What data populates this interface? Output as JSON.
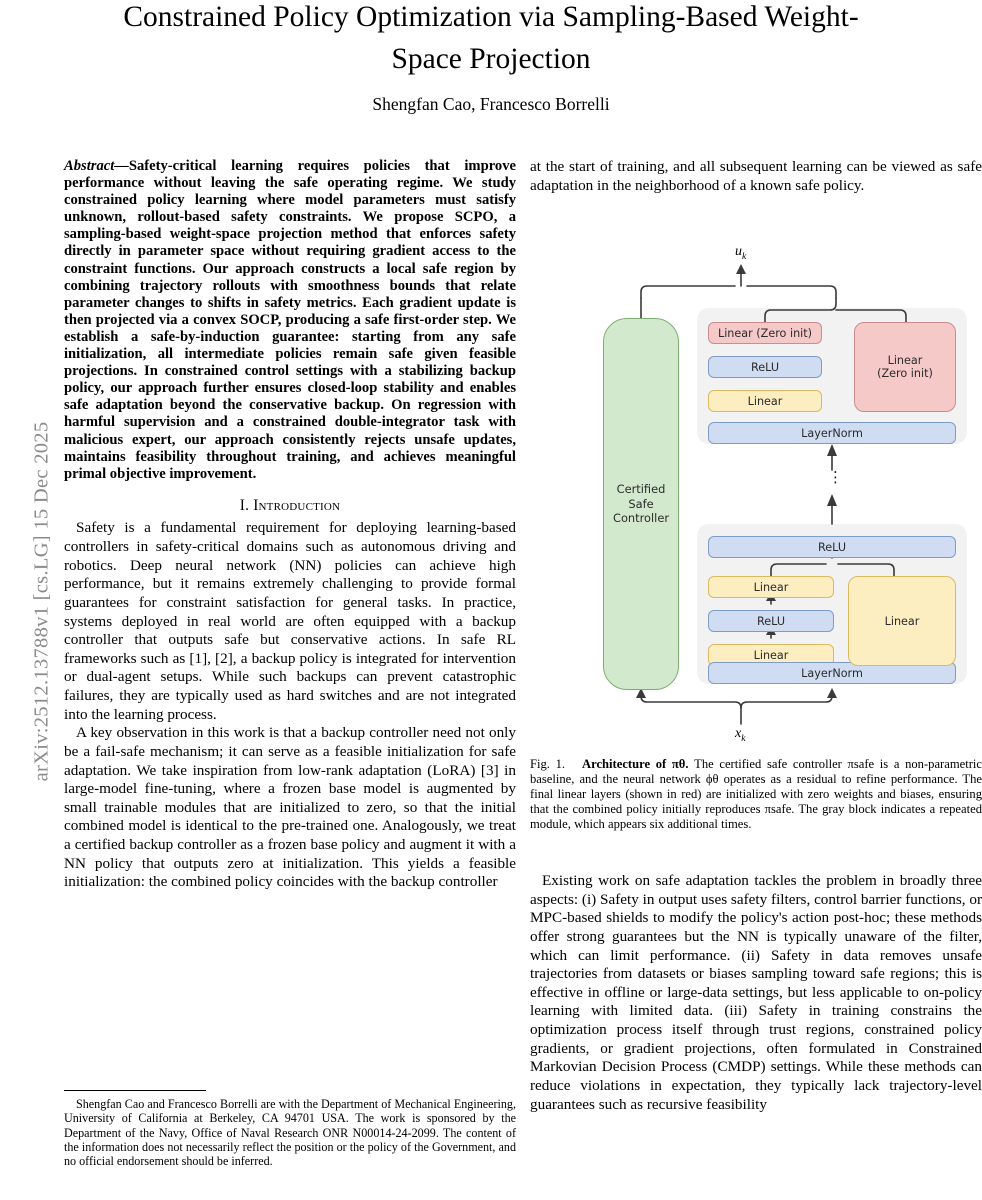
{
  "arxiv_stamp": "arXiv:2512.13788v1  [cs.LG]  15 Dec 2025",
  "title": "Constrained Policy Optimization via Sampling-Based Weight-Space Projection",
  "authors": "Shengfan Cao, Francesco Borrelli",
  "abstract": {
    "lead": "Abstract—",
    "body": "Safety-critical learning requires policies that improve performance without leaving the safe operating regime. We study constrained policy learning where model parameters must satisfy unknown, rollout-based safety constraints. We propose SCPO, a sampling-based weight-space projection method that enforces safety directly in parameter space without requiring gradient access to the constraint functions. Our approach constructs a local safe region by combining trajectory rollouts with smoothness bounds that relate parameter changes to shifts in safety metrics. Each gradient update is then projected via a convex SOCP, producing a safe first-order step. We establish a safe-by-induction guarantee: starting from any safe initialization, all intermediate policies remain safe given feasible projections. In constrained control settings with a stabilizing backup policy, our approach further ensures closed-loop stability and enables safe adaptation beyond the conservative backup. On regression with harmful supervision and a constrained double-integrator task with malicious expert, our approach consistently rejects unsafe updates, maintains feasibility throughout training, and achieves meaningful primal objective improvement."
  },
  "sections": {
    "intro_heading": "I.  Introduction",
    "intro_p1": "Safety is a fundamental requirement for deploying learning-based controllers in safety-critical domains such as autonomous driving and robotics. Deep neural network (NN) policies can achieve high performance, but it remains extremely challenging to provide formal guarantees for constraint satisfaction for general tasks. In practice, systems deployed in real world are often equipped with a backup controller that outputs safe but conservative actions. In safe RL frameworks such as [1], [2], a backup policy is integrated for intervention or dual-agent setups. While such backups can prevent catastrophic failures, they are typically used as hard switches and are not integrated into the learning process.",
    "intro_p2": "A key observation in this work is that a backup controller need not only be a fail-safe mechanism; it can serve as a feasible initialization for safe adaptation. We take inspiration from low-rank adaptation (LoRA) [3] in large-model fine-tuning, where a frozen base model is augmented by small trainable modules that are initialized to zero, so that the initial combined model is identical to the pre-trained one. Analogously, we treat a certified backup controller as a frozen base policy and augment it with a NN policy that outputs zero at initialization. This yields a feasible initialization: the combined policy coincides with the backup controller",
    "intro_p2_cont": "at the start of training, and all subsequent learning can be viewed as safe adaptation in the neighborhood of a known safe policy.",
    "intro_p3": "Existing work on safe adaptation tackles the problem in broadly three aspects: (i) Safety in output uses safety filters, control barrier functions, or MPC-based shields to modify the policy's action post-hoc; these methods offer strong guarantees but the NN is typically unaware of the filter, which can limit performance. (ii) Safety in data removes unsafe trajectories from datasets or biases sampling toward safe regions; this is effective in offline or large-data settings, but less applicable to on-policy learning with limited data. (iii) Safety in training constrains the optimization process itself through trust regions, constrained policy gradients, or gradient projections, often formulated in Constrained Markovian Decision Process (CMDP) settings. While these methods can reduce violations in expectation, they typically lack trajectory-level guarantees such as recursive feasibility"
  },
  "footnote": "Shengfan Cao and Francesco Borrelli are with the Department of Mechanical Engineering, University of California at Berkeley, CA 94701 USA. The work is sponsored by the Department of the Navy, Office of Naval Research ONR N00014-24-2099. The content of the information does not necessarily reflect the position or the policy of the Government, and no official endorsement should be inferred.",
  "figure": {
    "label": "Fig. 1.",
    "caption_bold": "Architecture of πθ.",
    "caption_rest": "The certified safe controller πsafe is a non-parametric baseline, and the neural network ϕθ operates as a residual to refine performance. The final linear layers (shown in red) are initialized with zero weights and biases, ensuring that the combined policy initially reproduces πsafe. The gray block indicates a repeated module, which appears six additional times.",
    "output_label": "u",
    "output_sub": "k",
    "input_label": "x",
    "input_sub": "k",
    "certified_block": "Certified\nSafe\nController",
    "certified_lines": [
      "Certified",
      "Safe",
      "Controller"
    ],
    "top_module": {
      "linear_zero_init": "Linear (Zero init)",
      "relu": "ReLU",
      "linear": "Linear",
      "layernorm": "LayerNorm",
      "side_linear_zero_init_line1": "Linear",
      "side_linear_zero_init_line2": "(Zero init)"
    },
    "bottom_module": {
      "relu_top": "ReLU",
      "linear_upper": "Linear",
      "relu": "ReLU",
      "linear_lower": "Linear",
      "layernorm": "LayerNorm",
      "side_linear": "Linear"
    },
    "ellipsis": "⋮",
    "colors": {
      "blue_fill": "#cfdcf2",
      "blue_stroke": "#7e9cc9",
      "yellow_fill": "#fdeec2",
      "yellow_stroke": "#dab960",
      "pink_fill": "#f6c9c9",
      "pink_stroke": "#cf8b8b",
      "green_fill": "#d3e9cd",
      "green_stroke": "#7fae73",
      "module_bg": "#f2f2f2",
      "wire": "#3a3a3a"
    }
  }
}
